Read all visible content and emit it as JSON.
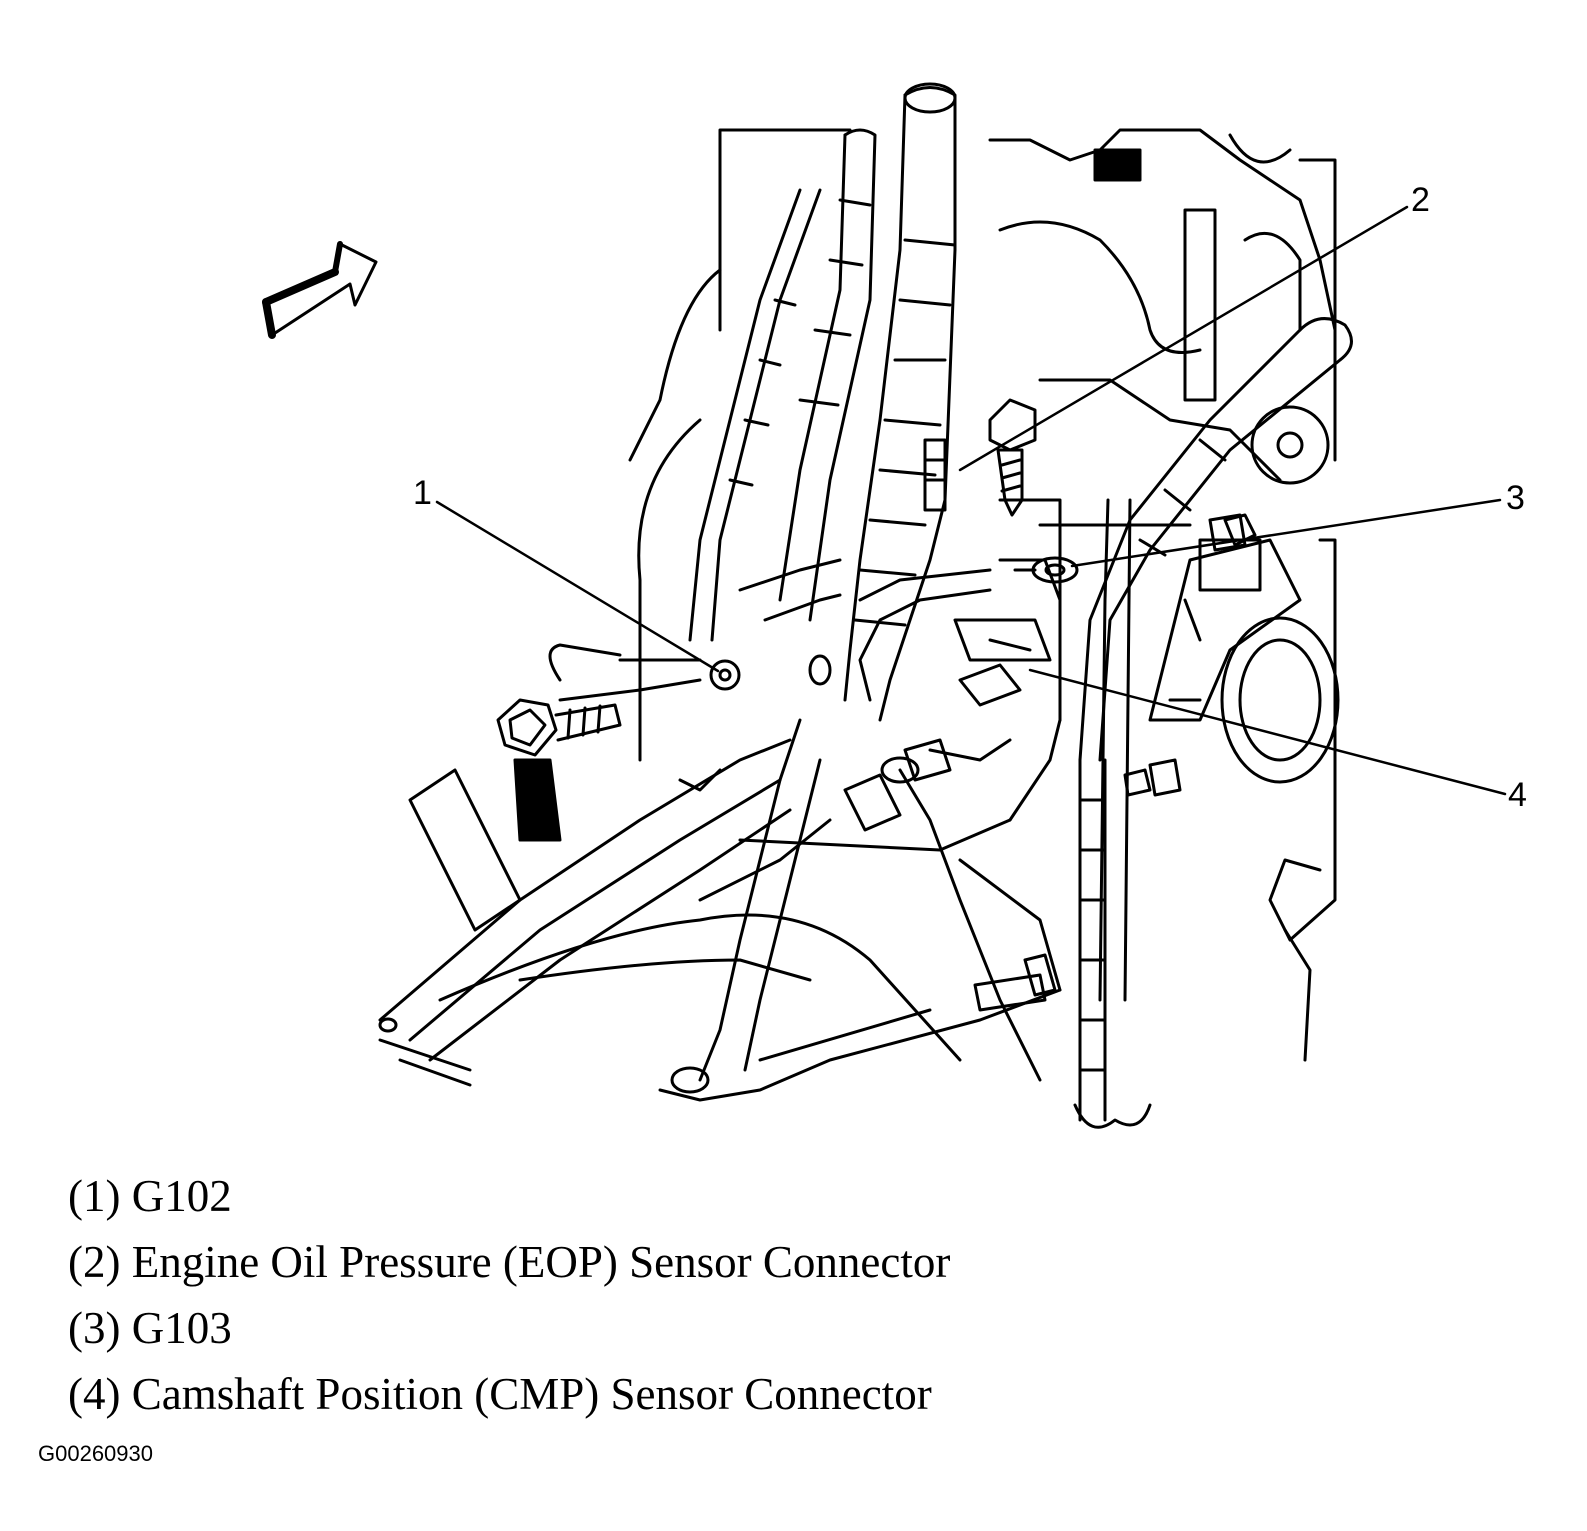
{
  "callouts": [
    "1",
    "2",
    "3",
    "4"
  ],
  "legend": [
    "(1) G102",
    "(2) Engine Oil Pressure (EOP) Sensor Connector",
    "(3) G103",
    "(4) Camshaft Position (CMP) Sensor Connector"
  ],
  "figure_id": "G00260930"
}
